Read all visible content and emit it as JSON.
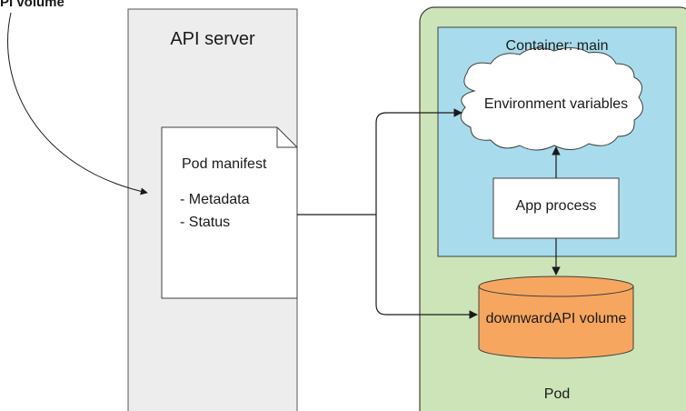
{
  "caption": "PI volume",
  "api_server": {
    "title": "API server"
  },
  "manifest": {
    "title": "Pod manifest",
    "items": [
      "- Metadata",
      "- Status"
    ]
  },
  "pod": {
    "label": "Pod",
    "container_title": "Container: main",
    "env_vars": "Environment variables",
    "app_process": "App process",
    "volume": "downwardAPI volume"
  },
  "colors": {
    "api_server_fill": "#ededed",
    "pod_fill": "#cde4b8",
    "container_fill": "#a8dcec",
    "volume_fill": "#f7a65f"
  }
}
